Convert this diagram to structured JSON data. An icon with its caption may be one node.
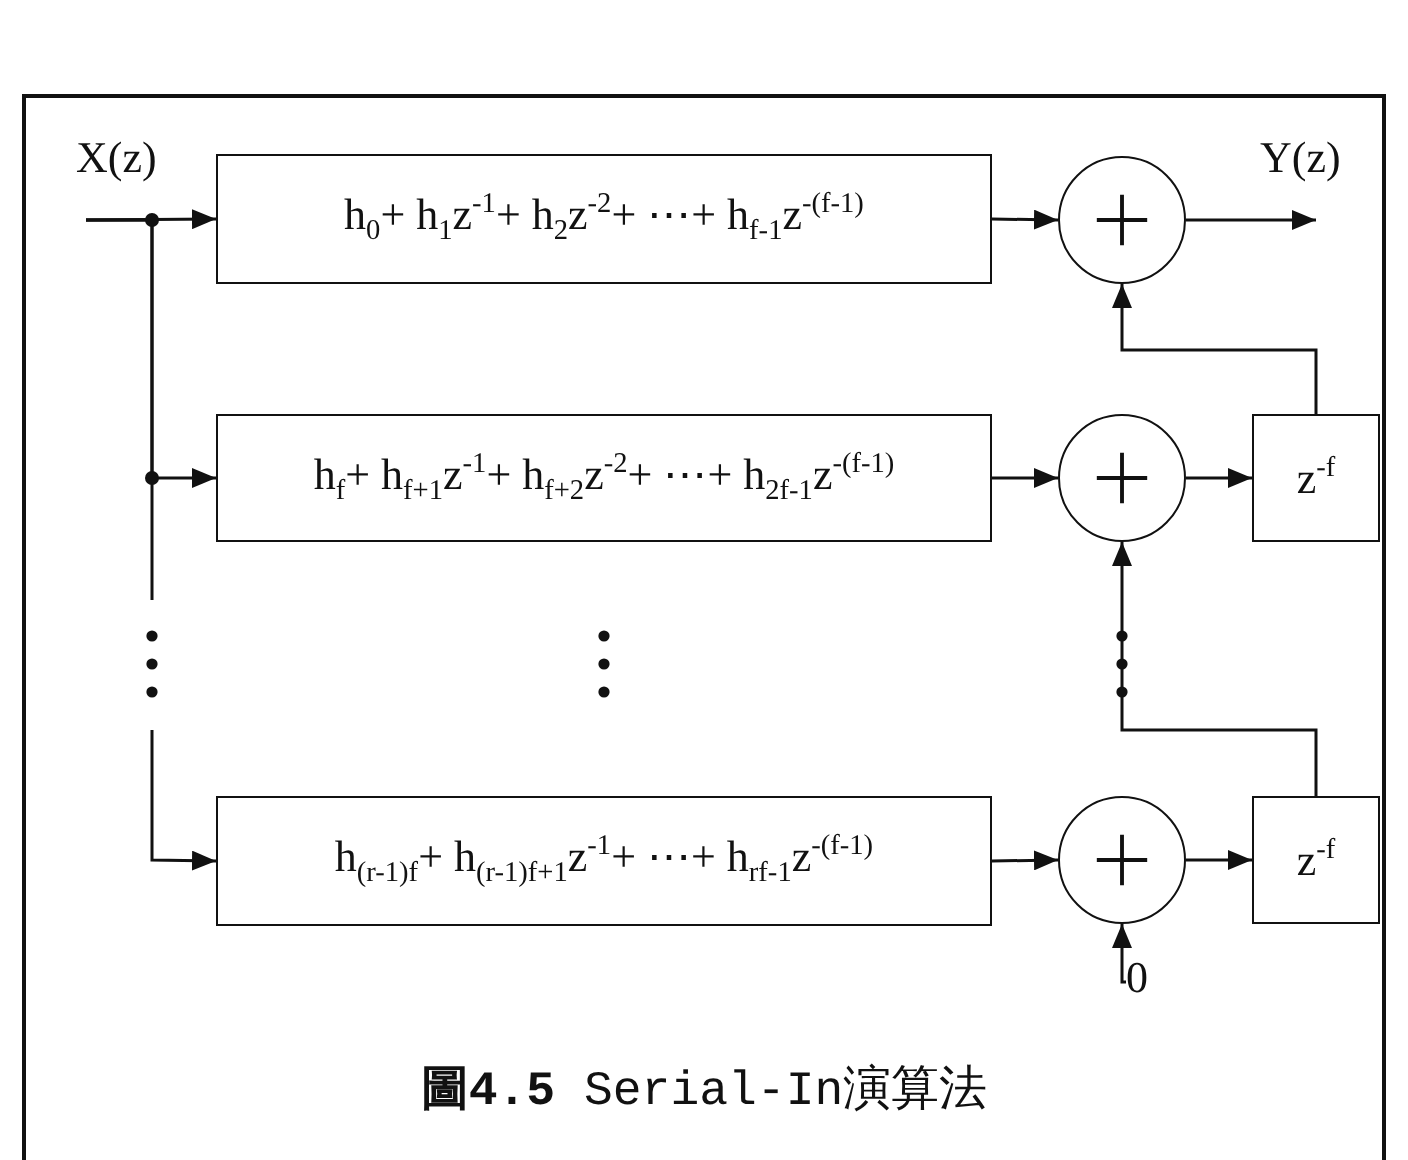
{
  "diagram": {
    "caption": "**圖4.5** Serial-In演算法",
    "nodes": [
      {
        "text": [
          "h$_{0}$+ h$_{1}$z$^{-1}$+ h$_{2}$z$^{-2}$+ ⋯+ h$_{f-1}$z$^{-(f-1)}$"
        ]
      },
      {
        "text": [],
        "shape": "circle"
      },
      {
        "text": [
          "h$_{f}$+ h$_{f+1}$z$^{-1}$+ h$_{f+2}$z$^{-2}$+ ⋯+ h$_{2f-1}$z$^{-(f-1)}$"
        ]
      },
      {
        "text": [],
        "shape": "circle"
      },
      {
        "text": [
          "z$^{-f}$"
        ]
      },
      {
        "text": [
          "h$_{(r-1)f}$+ h$_{(r-1)f+1}$z$^{-1}$+ ⋯+ h$_{rf-1}$z$^{-(f-1)}$"
        ]
      },
      {
        "text": [],
        "shape": "circle"
      },
      {
        "text": [
          "z$^{-f}$"
        ]
      },
      {
        "text": [
          "0"
        ]
      }
    ],
    "edges": [
      {
        "from": null,
        "to": 0,
        "arrow": "to"
      },
      {
        "from": null,
        "to": 2,
        "arrow": "to"
      },
      {
        "from": null,
        "to": 5,
        "arrow": "to"
      },
      {
        "from": 0,
        "to": 1,
        "arrow": "to"
      },
      {
        "from": 1,
        "to": null,
        "arrow": "to"
      },
      {
        "from": 2,
        "to": 3,
        "arrow": "to"
      },
      {
        "from": 3,
        "to": 4,
        "arrow": "to"
      },
      {
        "from": 4,
        "to": 1,
        "arrow": "to"
      },
      {
        "from": 5,
        "to": 6,
        "arrow": "to"
      },
      {
        "from": 6,
        "to": 7,
        "arrow": "to"
      },
      {
        "from": 7,
        "to": 3,
        "arrow": "to"
      },
      {
        "from": 8,
        "to": 6,
        "arrow": "to"
      }
    ],
    "labels": [
      "X(z)",
      "Y(z)"
    ]
  }
}
